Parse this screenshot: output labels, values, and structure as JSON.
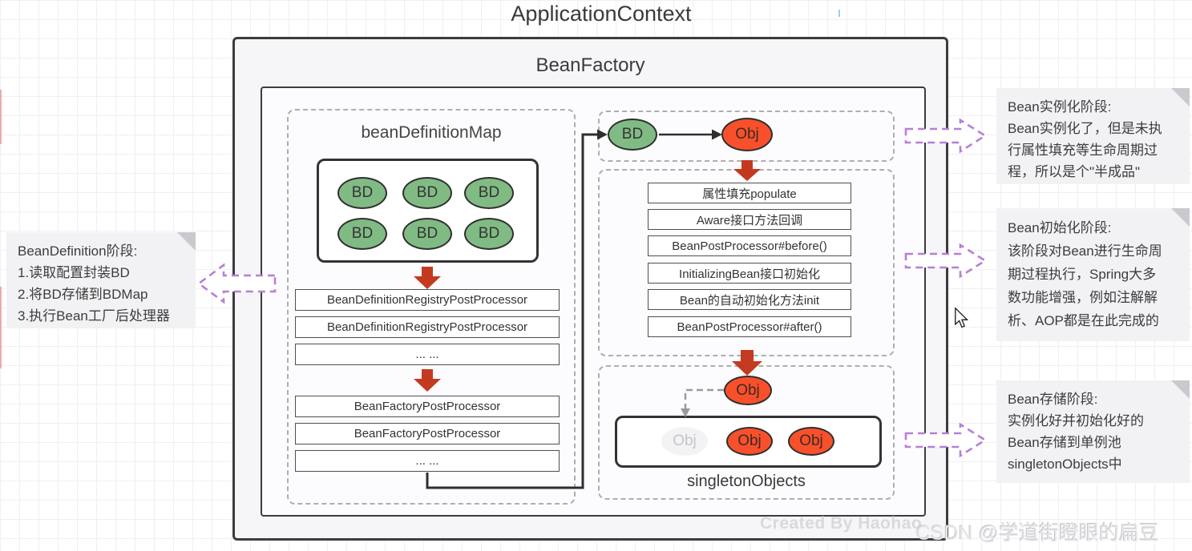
{
  "title": "ApplicationContext",
  "bean_factory": {
    "label": "BeanFactory"
  },
  "bean_definition_map": {
    "label": "beanDefinitionMap",
    "bd_items": [
      "BD",
      "BD",
      "BD",
      "BD",
      "BD",
      "BD"
    ],
    "registry_processors": [
      "BeanDefinitionRegistryPostProcessor",
      "BeanDefinitionRegistryPostProcessor",
      "... ..."
    ],
    "factory_processors": [
      "BeanFactoryPostProcessor",
      "BeanFactoryPostProcessor",
      "... ..."
    ]
  },
  "instantiation": {
    "bd_label": "BD",
    "obj_label": "Obj"
  },
  "lifecycle_steps": [
    "属性填充populate",
    "Aware接口方法回调",
    "BeanPostProcessor#before()",
    "InitializingBean接口初始化",
    "Bean的自动初始化方法init",
    "BeanPostProcessor#after()"
  ],
  "storage": {
    "obj_label": "Obj",
    "pool_label": "singletonObjects",
    "pool_items": [
      {
        "label": "Obj",
        "state": "faded"
      },
      {
        "label": "Obj",
        "state": "red"
      },
      {
        "label": "Obj",
        "state": "red"
      }
    ]
  },
  "notes": {
    "left": {
      "lines": [
        "BeanDefinition阶段:",
        "1.读取配置封装BD",
        "2.将BD存储到BDMap",
        "3.执行Bean工厂后处理器"
      ]
    },
    "right1": {
      "lines": [
        "Bean实例化阶段:",
        "Bean实例化了，但是未执",
        "行属性填充等生命周期过",
        "程，所以是个\"半成品\""
      ]
    },
    "right2": {
      "lines": [
        "Bean初始化阶段:",
        "该阶段对Bean进行生命周",
        "期过程执行，Spring大多",
        "数功能增强，例如注解解",
        "析、AOP都是在此完成的"
      ]
    },
    "right3": {
      "lines": [
        "Bean存储阶段:",
        "实例化好并初始化好的",
        "Bean存储到单例池",
        "singletonObjects中"
      ]
    }
  },
  "watermarks": {
    "creator": "Created By Haohao",
    "csdn": "CSDN @学道街瞪眼的扁豆"
  },
  "colors": {
    "bd_green": "#81bb84",
    "obj_red": "#f8502b",
    "arrow_red": "#c43a20",
    "purple": "#b77fd4"
  }
}
